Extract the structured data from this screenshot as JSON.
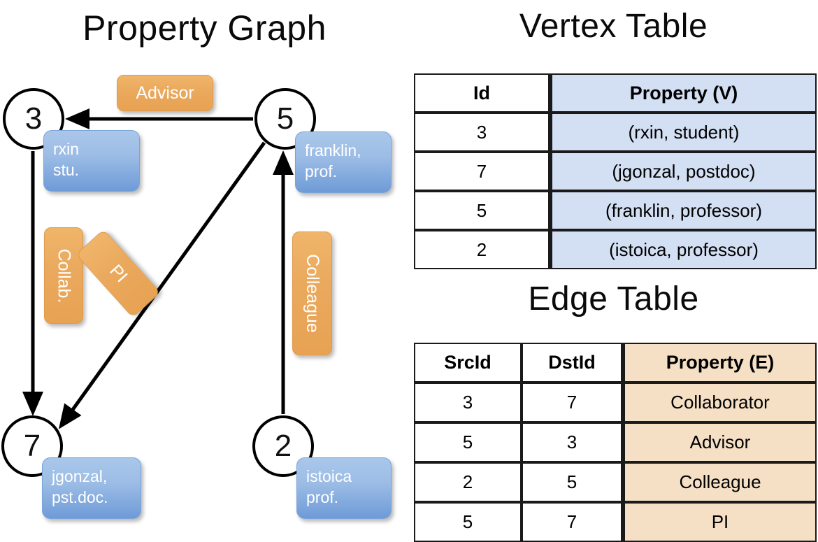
{
  "titles": {
    "property_graph": "Property Graph",
    "vertex_table": "Vertex Table",
    "edge_table": "Edge Table"
  },
  "graph": {
    "nodes": [
      {
        "id": "3",
        "property_lines": [
          "rxin",
          "stu."
        ]
      },
      {
        "id": "5",
        "property_lines": [
          "franklin,",
          "prof."
        ]
      },
      {
        "id": "7",
        "property_lines": [
          "jgonzal,",
          "pst.doc."
        ]
      },
      {
        "id": "2",
        "property_lines": [
          "istoica",
          "prof."
        ]
      }
    ],
    "node_labels": {
      "n3": "3",
      "n5": "5",
      "n7": "7",
      "n2": "2"
    },
    "property_boxes": {
      "rxin_l1": "rxin",
      "rxin_l2": "stu.",
      "franklin_l1": "franklin,",
      "franklin_l2": "prof.",
      "jgonzal_l1": "jgonzal,",
      "jgonzal_l2": "pst.doc.",
      "istoica_l1": "istoica",
      "istoica_l2": "prof."
    },
    "edge_labels": {
      "advisor": "Advisor",
      "collab": "Collab.",
      "pi": "PI",
      "colleague": "Colleague"
    },
    "edges": [
      {
        "from": "5",
        "to": "3",
        "label": "Advisor"
      },
      {
        "from": "3",
        "to": "7",
        "label": "Collab."
      },
      {
        "from": "5",
        "to": "7",
        "label": "PI"
      },
      {
        "from": "2",
        "to": "5",
        "label": "Colleague"
      }
    ]
  },
  "vertex_table": {
    "headers": [
      "Id",
      "Property (V)"
    ],
    "rows": [
      {
        "id": "3",
        "property": "(rxin, student)"
      },
      {
        "id": "7",
        "property": "(jgonzal, postdoc)"
      },
      {
        "id": "5",
        "property": "(franklin, professor)"
      },
      {
        "id": "2",
        "property": "(istoica, professor)"
      }
    ]
  },
  "edge_table": {
    "headers": [
      "SrcId",
      "DstId",
      "Property (E)"
    ],
    "rows": [
      {
        "src": "3",
        "dst": "7",
        "property": "Collaborator"
      },
      {
        "src": "5",
        "dst": "3",
        "property": "Advisor"
      },
      {
        "src": "2",
        "dst": "5",
        "property": "Colleague"
      },
      {
        "src": "5",
        "dst": "7",
        "property": "PI"
      }
    ]
  },
  "colors": {
    "vertex_property_fill": "#d3dff2",
    "edge_property_fill": "#f5dfc5",
    "node_box_blue": "#7ba3d6",
    "edge_label_orange": "#eaa95d",
    "stroke": "#000000"
  }
}
